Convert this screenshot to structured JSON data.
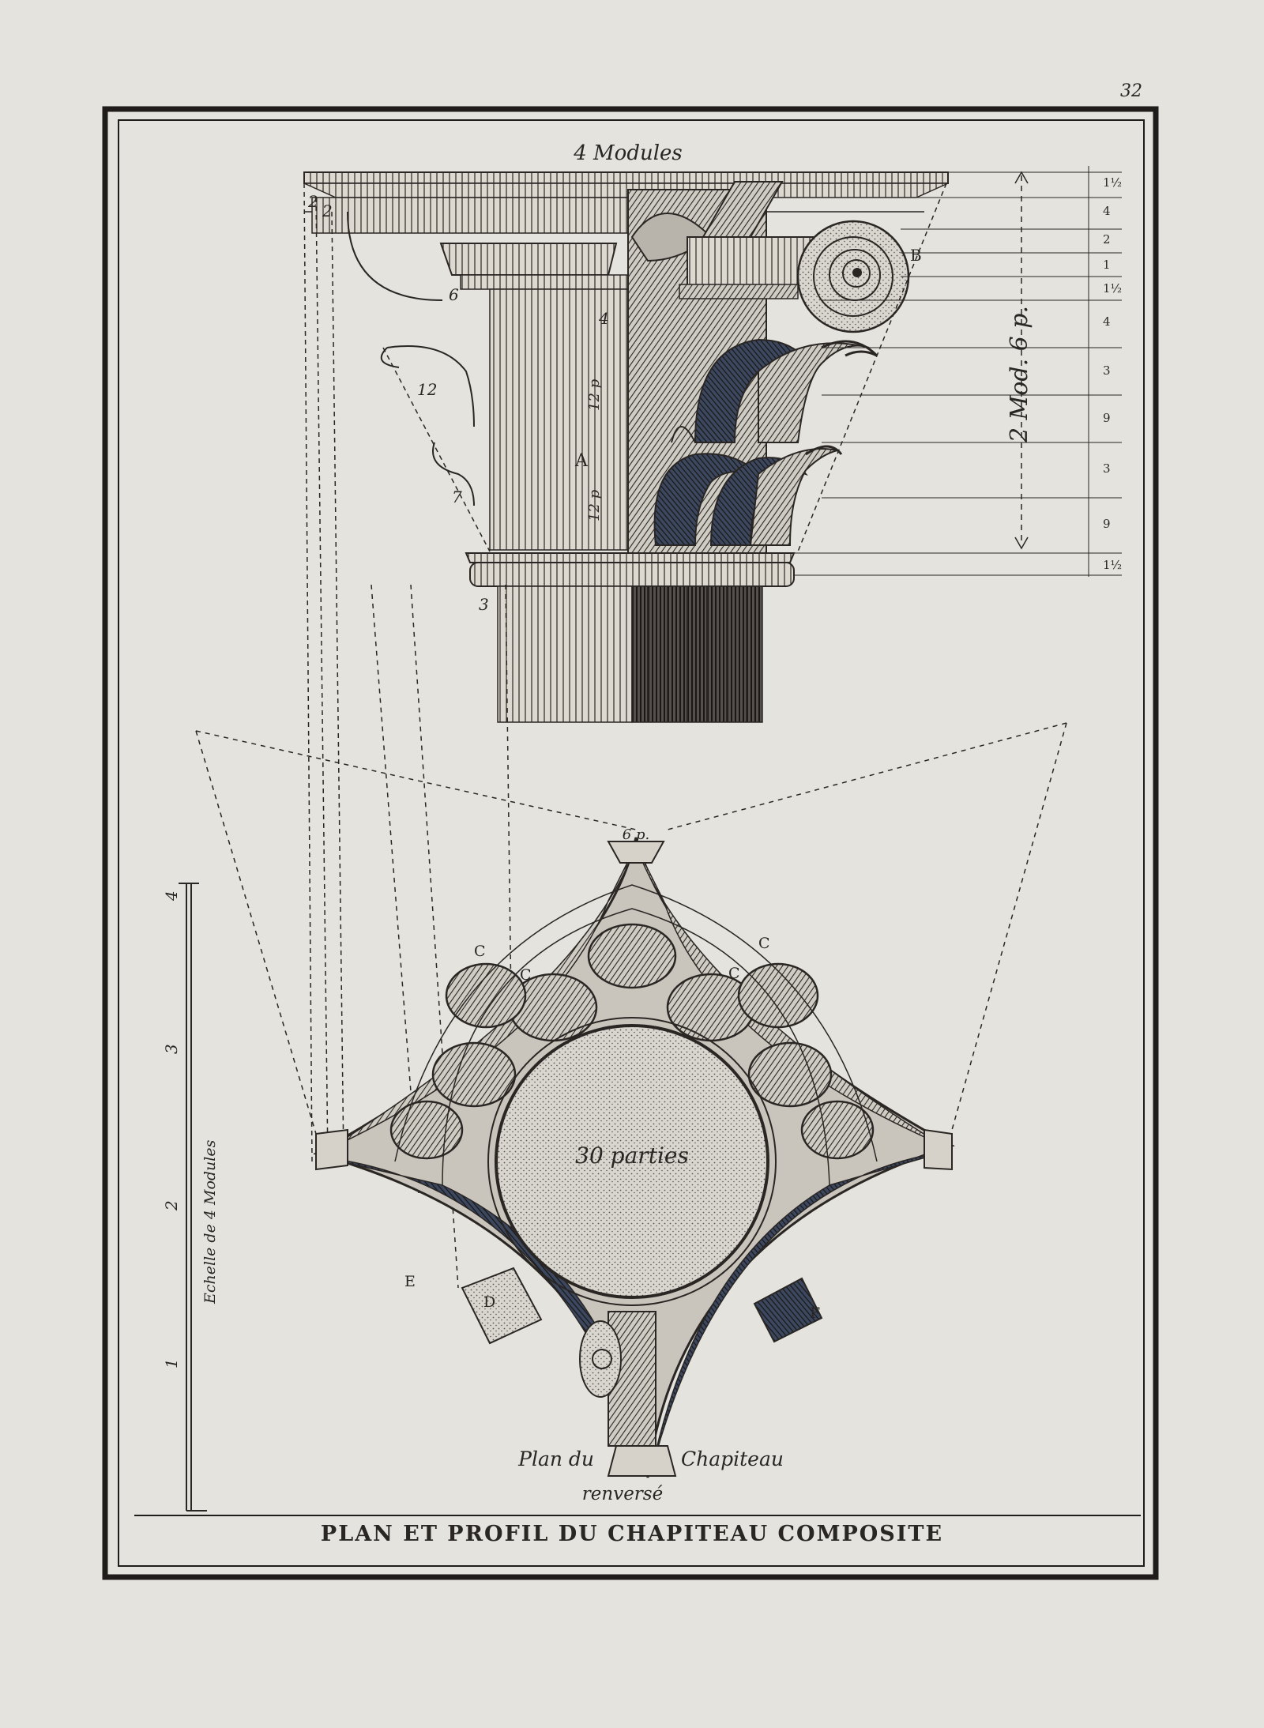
{
  "plate": {
    "page_number": "32",
    "caption": "PLAN ET PROFIL DU CHAPITEAU COMPOSITE",
    "modules_label": "4 Modules",
    "height_label": "2 Mod. 6 p.",
    "plan_label_left": "Plan du",
    "plan_label_right": "Chapiteau",
    "plan_label_below": "renversé",
    "center_label": "30 parties",
    "top_point_label": "6 p."
  },
  "scale_bar": {
    "label": "Echelle de 4 Modules",
    "ticks": [
      "1",
      "2",
      "3",
      "4"
    ]
  },
  "elevation": {
    "left_labels": {
      "a": "2",
      "b": "2",
      "c": "6",
      "d": "12",
      "e": "7",
      "f": "3"
    },
    "shaft_labels": {
      "upper": "4",
      "mid_top": "12 p",
      "letter": "A",
      "mid_bottom": "12 p"
    },
    "volute_letter": "B",
    "right_scale": [
      "1½",
      "4",
      "2",
      "1",
      "1½",
      "4",
      "3",
      "9",
      "3",
      "9",
      "1½"
    ]
  },
  "plan_letters": {
    "c1": "C",
    "c2": "C",
    "c3": "C",
    "c4": "C",
    "d": "D",
    "e": "E",
    "f": "F"
  },
  "colors": {
    "paper": "#e4e3dd",
    "ink": "#2a2624",
    "frame": "#1f1c1b",
    "tint_blue": "#3c4860",
    "tint_red": "#7a3a33"
  }
}
